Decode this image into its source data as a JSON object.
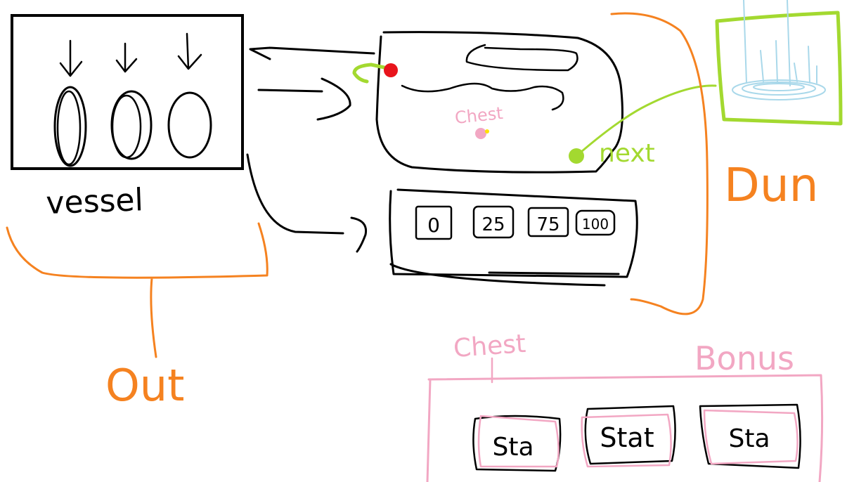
{
  "colors": {
    "ink": "#000000",
    "orange": "#f58220",
    "green": "#a3d930",
    "pink": "#f2a7c3",
    "blue": "#a9d8ea",
    "red": "#e8141c",
    "yellow": "#ffe100"
  },
  "labels": {
    "vessel": "vessel",
    "out": "Out",
    "chest_marker": "Chest",
    "next": "next",
    "dun": "Dun",
    "chest_section": "Chest",
    "bonus": "Bonus"
  },
  "counters": [
    "0",
    "25",
    "75",
    "100"
  ],
  "bonus_slots": [
    "Sta",
    "Stat",
    "Sta"
  ]
}
